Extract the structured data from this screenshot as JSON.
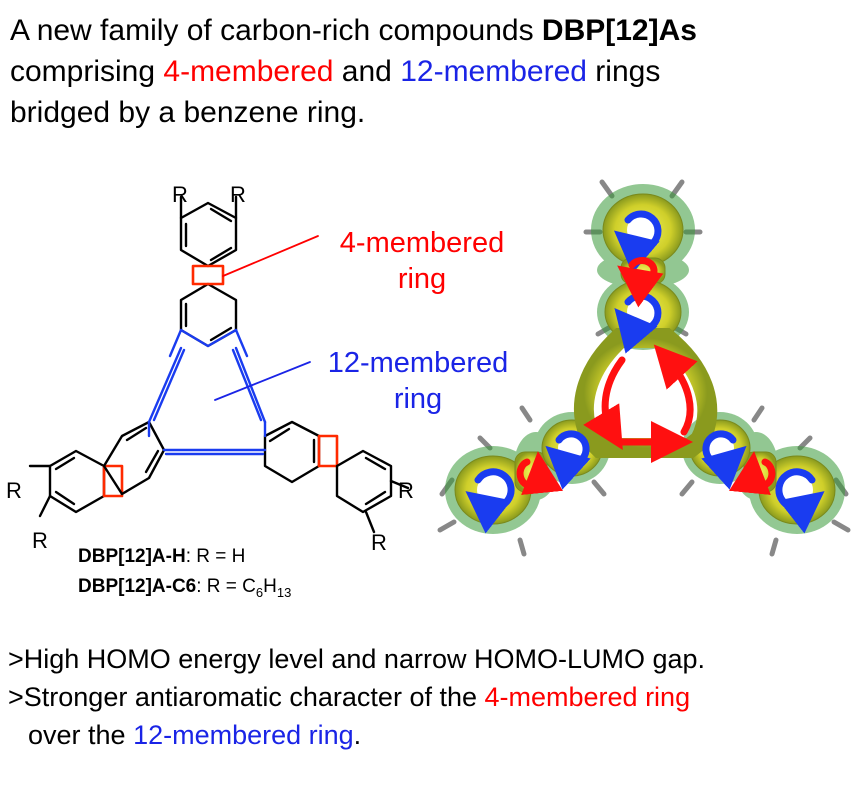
{
  "headline": {
    "line1_a": "A new family of carbon-rich compounds ",
    "line1_bold": "DBP[12]As",
    "line2_a": "comprising ",
    "line2_red": "4-membered",
    "line2_b": " and ",
    "line2_blue": "12-membered",
    "line2_c": " rings",
    "line3": "bridged by a benzene ring."
  },
  "structure": {
    "substituent": "R",
    "compound1_name": "DBP[12]A-H",
    "compound1_formula": ": R = H",
    "compound2_name": "DBP[12]A-C6",
    "compound2_formula_a": ": R = C",
    "compound2_sub1": "6",
    "compound2_formula_b": "H",
    "compound2_sub2": "13"
  },
  "labels": {
    "four_ring_line1": "4-membered",
    "four_ring_line2": "ring",
    "twelve_ring_line1": "12-membered",
    "twelve_ring_line2": "ring"
  },
  "bullets": {
    "b1": ">High HOMO energy level and narrow HOMO-LUMO gap.",
    "b2_a": ">Stronger antiaromatic character of the ",
    "b2_red": "4-membered ring",
    "b3_a": "over the ",
    "b3_blue": "12-membered ring",
    "b3_b": "."
  },
  "colors": {
    "red": "#ff0000",
    "blue": "#1a24e6",
    "surface": "#d4d42a",
    "mesh": "#2f8f2f"
  }
}
